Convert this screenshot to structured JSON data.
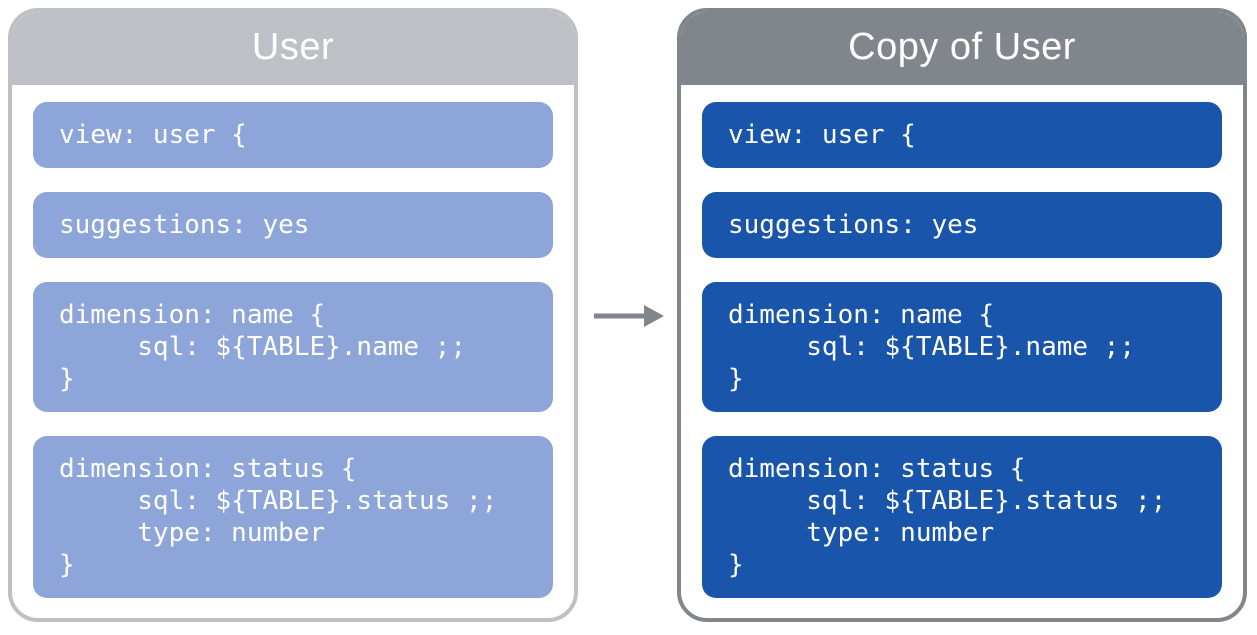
{
  "diagram": {
    "arrow": {
      "name": "arrow-right",
      "color": "#80868B"
    },
    "panels": [
      {
        "id": "user",
        "title": "User",
        "colors": {
          "header": "#BDC1C6",
          "border": "#BDC1C6",
          "block": "#8DA5D8",
          "text": "#FFFFFF"
        },
        "blocks": {
          "view": "view: user {",
          "suggestions": "suggestions: yes",
          "dimension_name": "dimension: name {\n     sql: ${TABLE}.name ;;\n}",
          "dimension_status": "dimension: status {\n     sql: ${TABLE}.status ;;\n     type: number\n}"
        }
      },
      {
        "id": "copy-of-user",
        "title": "Copy of User",
        "colors": {
          "header": "#80868B",
          "border": "#80868B",
          "block": "#1A55AC",
          "text": "#FFFFFF"
        },
        "blocks": {
          "view": "view: user {",
          "suggestions": "suggestions: yes",
          "dimension_name": "dimension: name {\n     sql: ${TABLE}.name ;;\n}",
          "dimension_status": "dimension: status {\n     sql: ${TABLE}.status ;;\n     type: number\n}"
        }
      }
    ]
  }
}
